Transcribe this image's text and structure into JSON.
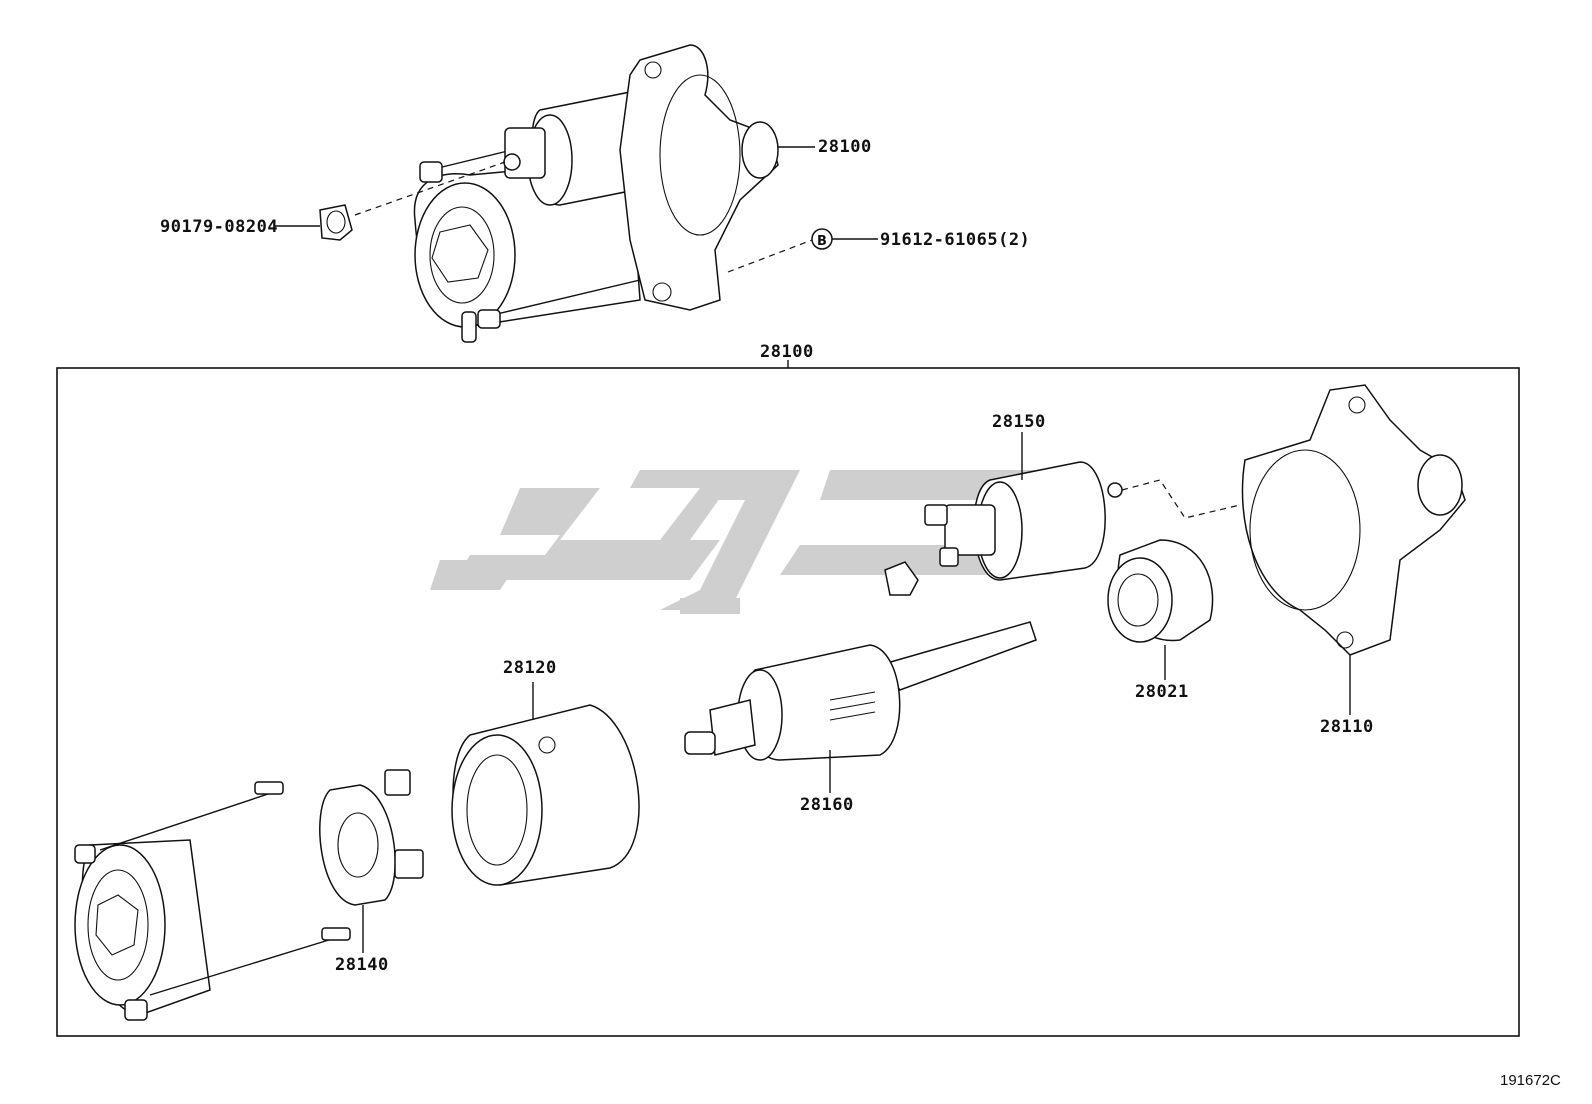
{
  "diagram": {
    "figure_code": "191672C",
    "assembly": {
      "top_label": "28100",
      "box_label": "28100"
    },
    "parts": {
      "p_90179": "90179-08204",
      "p_91612": "91612-61065(2)",
      "p_91612_marker": "B",
      "p_28150": "28150",
      "p_28021": "28021",
      "p_28110": "28110",
      "p_28120": "28120",
      "p_28160": "28160",
      "p_28140": "28140"
    },
    "watermark": {
      "color": "#cfcfcf"
    }
  }
}
